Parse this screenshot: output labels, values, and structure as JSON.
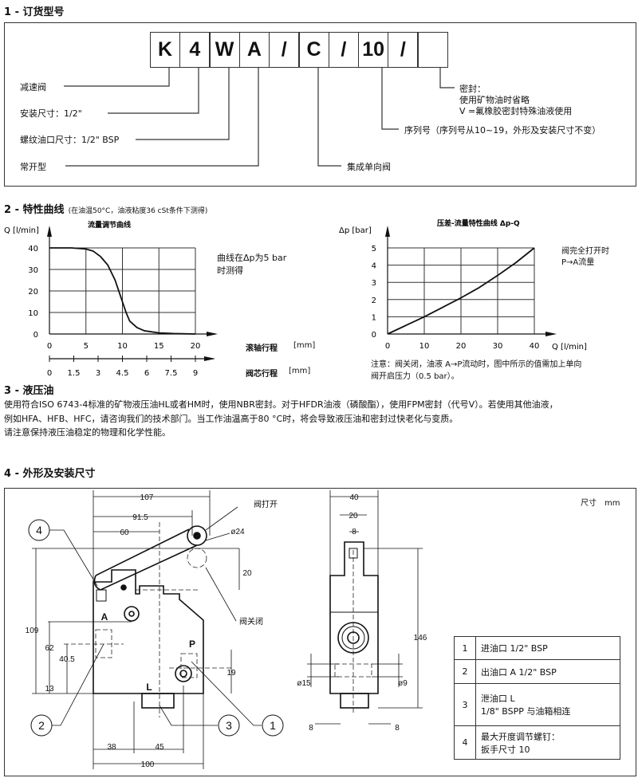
{
  "section1": {
    "title": "1 - 订货型号",
    "code": [
      "K",
      "4",
      "W",
      "A",
      "/",
      "C",
      "/",
      "10",
      "/",
      ""
    ],
    "labels": {
      "reducer": "减速阀",
      "size": "安装尺寸：1/2\"",
      "thread": "螺纹油口尺寸：1/2\" BSP",
      "normally_open": "常开型",
      "check": "集成单向阀",
      "series": "序列号（序列号从10~19，外形及安装尺寸不变）",
      "seal_title": "密封：",
      "seal_mineral": "使用矿物油时省略",
      "seal_v": "V =氟橡胶密封特殊油液使用"
    }
  },
  "section2": {
    "title": "2 - 特性曲线",
    "subtitle": "(在油温50°C，油液粘度36 cSt条件下测得)",
    "note_left": [
      "曲线在Δp为5 bar",
      "时测得"
    ],
    "roller_label": "滚轴行程",
    "roller_unit": "[mm]",
    "spool_label": "阀芯行程",
    "spool_unit": "[mm]",
    "spool_ticks": [
      "0",
      "1.5",
      "3",
      "4.5",
      "6",
      "7.5",
      "9"
    ],
    "note_right": [
      "阀完全打开时",
      "P→A流量"
    ],
    "note_bottom": [
      "注意：阀关闭，油液 A→P流动时，图中所示的值需加上单向",
      "阀开启压力（0.5 bar）。"
    ]
  },
  "chart_data": [
    {
      "type": "line",
      "title": "流量调节曲线",
      "xlabel": "滚轴行程 [mm]",
      "ylabel": "Q [l/min]",
      "xlim": [
        0,
        20
      ],
      "ylim": [
        0,
        40
      ],
      "xticks": [
        "0",
        "5",
        "10",
        "15",
        "20"
      ],
      "yticks": [
        "0",
        "10",
        "20",
        "30",
        "40"
      ],
      "grid": true,
      "x": [
        0,
        3,
        5,
        6,
        7,
        8,
        9,
        9.5,
        10,
        10.5,
        11,
        12,
        13,
        15,
        17,
        20
      ],
      "y": [
        40,
        40,
        39.5,
        38.5,
        36,
        32,
        25,
        20,
        15,
        10,
        6,
        3,
        1.5,
        0.5,
        0.2,
        0
      ]
    },
    {
      "type": "line",
      "title": "压差-流量特性曲线 Δp-Q",
      "xlabel": "Q [l/min]",
      "ylabel": "Δp [bar]",
      "xlim": [
        0,
        40
      ],
      "ylim": [
        0,
        5
      ],
      "xticks": [
        "0",
        "10",
        "20",
        "30",
        "40"
      ],
      "yticks": [
        "0",
        "1",
        "2",
        "3",
        "4",
        "5"
      ],
      "grid": true,
      "x": [
        0,
        5,
        10,
        15,
        20,
        25,
        30,
        35,
        40
      ],
      "y": [
        0,
        0.5,
        1,
        1.55,
        2.1,
        2.7,
        3.4,
        4.15,
        5
      ]
    }
  ],
  "section3": {
    "title": "3 - 液压油",
    "lines": [
      "使用符合ISO 6743-4标准的矿物液压油HL或者HM时，使用NBR密封。对于HFDR油液（磷酸酯），使用FPM密封（代号V）。若使用其他油液，",
      "例如HFA、HFB、HFC，请咨询我们的技术部门。当工作油温高于80 °C时，将会导致液压油和密封过快老化与变质。",
      "请注意保持液压油稳定的物理和化学性能。"
    ]
  },
  "section4": {
    "title": "4 - 外形及安装尺寸",
    "unit": "尺寸　mm",
    "dims": {
      "d107": "107",
      "d915": "91.5",
      "d60": "60",
      "d24": "ø24",
      "d20": "20",
      "d109": "109",
      "d62": "62",
      "d405": "40.5",
      "d13": "13",
      "d19": "19",
      "d38": "38",
      "d45": "45",
      "d100": "100",
      "s40": "40",
      "s20": "20",
      "s8": "8",
      "s146": "146",
      "s15": "ø15",
      "s9": "ø9",
      "s8l": "8",
      "s8r": "8"
    },
    "callouts": {
      "open": "阀打开",
      "closed": "阀关闭",
      "port_a": "A",
      "port_p": "P",
      "port_l": "L",
      "n1": "1",
      "n2": "2",
      "n3": "3",
      "n4": "4"
    },
    "table": [
      {
        "no": "1",
        "text": [
          "进油口 1/2\" BSP"
        ]
      },
      {
        "no": "2",
        "text": [
          "出油口 A 1/2\" BSP"
        ]
      },
      {
        "no": "3",
        "text": [
          "泄油口 L",
          "1/8\" BSPP 与油箱相连"
        ]
      },
      {
        "no": "4",
        "text": [
          "最大开度调节螺钉：",
          "扳手尺寸 10"
        ]
      }
    ]
  }
}
